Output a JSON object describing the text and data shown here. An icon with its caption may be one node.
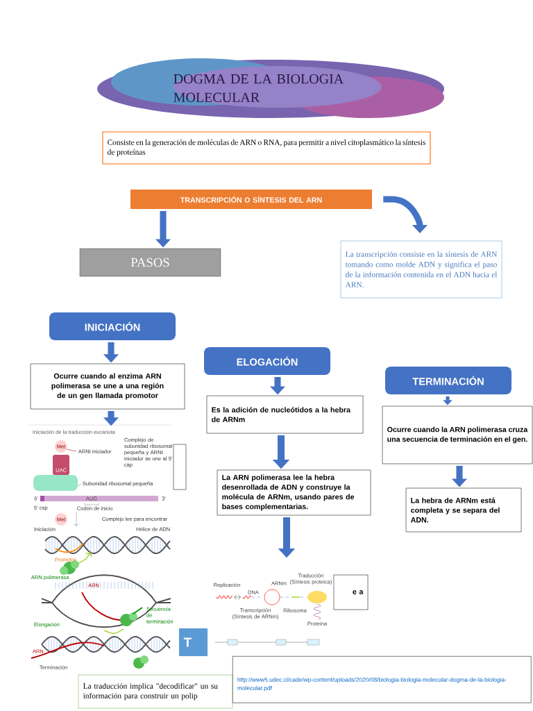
{
  "diagram": {
    "title": "DOGMA DE LA BIOLOGIA MOLECULAR",
    "nodes": [
      {
        "text": [
          "Consiste en la generación de moléculas de ARN o RNA, para permitir a nivel citoplasmático la síntesis de proteínas"
        ]
      },
      {
        "text": [
          "TRANSCRIPCIÓN O SÍNTESIS DEL ARN"
        ]
      },
      {
        "text": [
          "PASOS"
        ]
      },
      {
        "text": [
          "La transcripción consiste en la síntesis de ARN tomando como molde ADN y significa el paso de la información contenida en el ADN hacia el ARN."
        ]
      },
      {
        "text": [
          "INICIACIÓN"
        ]
      },
      {
        "text": [
          "Ocurre cuando al enzima ARN polimerasa se une a una región de un gen llamada promotor"
        ]
      },
      {
        "text": [],
        "shape": "picture"
      },
      {
        "text": [],
        "shape": "box"
      },
      {
        "text": [
          "ELOGACIÓN"
        ]
      },
      {
        "text": [
          "Es la adición de nucleótidos a la hebra de ARNm"
        ]
      },
      {
        "text": [
          "La ARN polimerasa lee la hebra desenrollada de ADN y construye la molécula de ARNm, usando pares de bases complementarias."
        ]
      },
      {
        "text": [
          "e a"
        ]
      },
      {
        "text": [],
        "shape": "picture"
      },
      {
        "text": [
          "T"
        ]
      },
      {
        "text": [
          "TERMINACIÓN"
        ]
      },
      {
        "text": [
          "Ocurre cuando la ARN polimerasa cruza una secuencia de terminación en el gen."
        ]
      },
      {
        "text": [
          "La hebra de ARNm está completa y se separa del ADN."
        ]
      },
      {
        "text": [
          "La traducción implica \"decodificar\" un su información para construir un polip"
        ]
      },
      {
        "text": [
          "http://www5.udec.cl/cade/wp-content/uploads/2020/08/biologia-biologia-molecular-dogma-de-la-biologia-molecular.pdf"
        ]
      }
    ],
    "edges": [
      {
        "from": 1,
        "to": 2,
        "arrow": "to"
      },
      {
        "from": 1,
        "to": 3,
        "arrow": "to"
      },
      {
        "from": 4,
        "to": 5,
        "arrow": "to"
      },
      {
        "from": 5,
        "to": 6,
        "arrow": "to"
      },
      {
        "from": 8,
        "to": 9,
        "arrow": "to"
      },
      {
        "from": 9,
        "to": 10,
        "arrow": "to"
      },
      {
        "from": 10,
        "to": 12,
        "arrow": "to"
      },
      {
        "from": 14,
        "to": 15,
        "arrow": "to"
      },
      {
        "from": 15,
        "to": 16,
        "arrow": "to"
      }
    ],
    "labels": [
      "Iniciación de la traducción eucariota",
      "Met",
      "ARNt iniciador",
      "Complejo de subunidad ribosomal pequeña y ARNt iniciador se une al 5' cap",
      "UAC",
      "Subunidad ribosomal pequeña",
      "5'",
      "AUG",
      "3'",
      "5' cap",
      "Codón de inicio",
      "Met",
      "Complejo lee para encontrar",
      "Iniciación",
      "Hélice de ADN",
      "Promotor",
      "ARN polimerasa",
      "ARN",
      "Elongación",
      "Secuencia de terminación",
      "ARN",
      "Terminación",
      "Replicación",
      "DNA",
      "ARNm",
      "Traducción (Síntesis proteica)",
      "Transcripción (Síntesis de ARNm)",
      "Ribosoma",
      "Proteína"
    ]
  }
}
